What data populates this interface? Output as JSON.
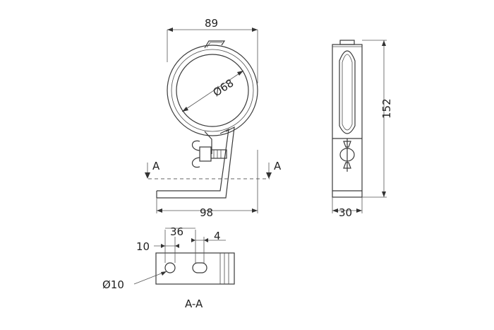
{
  "dimensions": {
    "front_width": "89",
    "ring_diameter": "Ø68",
    "front_base_width": "98",
    "side_height": "152",
    "side_width": "30",
    "section_36": "36",
    "section_10_left": "10",
    "section_4": "4",
    "section_hole": "Ø10"
  },
  "section": {
    "mark_left": "A",
    "mark_right": "A",
    "title": "A-A"
  }
}
